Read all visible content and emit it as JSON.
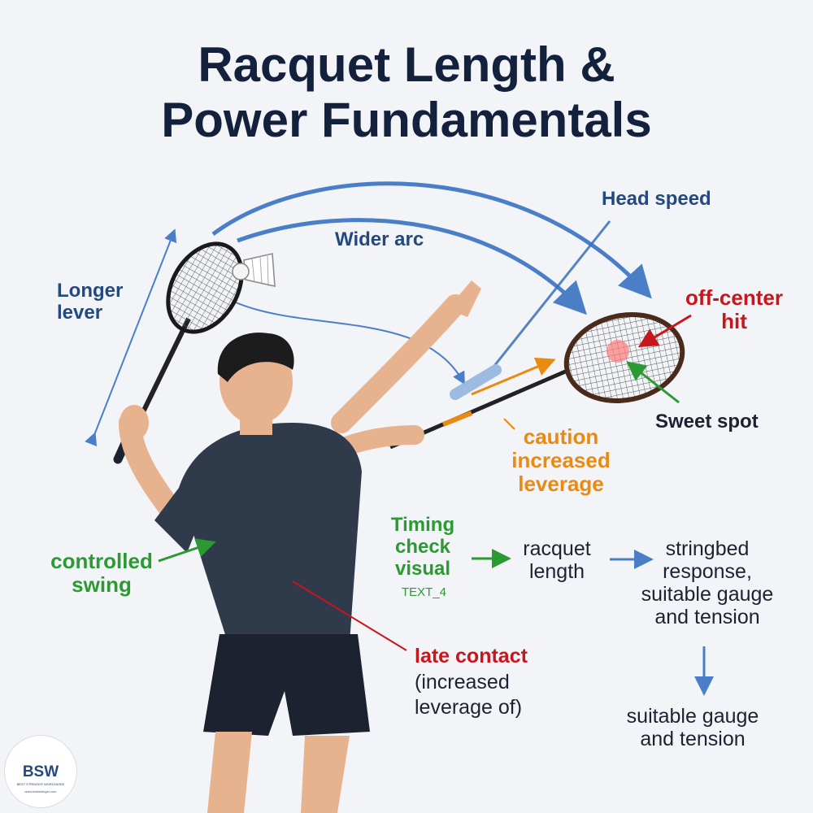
{
  "title": {
    "line1": "Racquet Length &",
    "line2": "Power Fundamentals"
  },
  "labels": {
    "head_speed": "Head speed",
    "wider_arc": "Wider arc",
    "longer_lever_1": "Longer",
    "longer_lever_2": "lever",
    "off_center_1": "off-center",
    "off_center_2": "hit",
    "sweet_spot": "Sweet spot",
    "caution_1": "caution",
    "caution_2": "increased",
    "caution_3": "leverage",
    "timing_1": "Timing",
    "timing_2": "check",
    "timing_3": "visual",
    "timing_placeholder": "TEXT_4",
    "racquet_length_1": "racquet",
    "racquet_length_2": "length",
    "stringbed_1": "stringbed",
    "stringbed_2": "response,",
    "stringbed_3": "suitable gauge",
    "stringbed_4": "and tension",
    "gauge_1": "suitable gauge",
    "gauge_2": "and tension",
    "controlled_1": "controlled",
    "controlled_2": "swing",
    "late_1": "late contact",
    "late_2": "(increased",
    "late_3": "leverage of)"
  },
  "logo": {
    "mark": "BSW",
    "tagline": "BEST STRINGER WORLDWIDE",
    "url": "www.beststringer.com"
  },
  "colors": {
    "title": "#14213d",
    "blue": "#4a7fc8",
    "red": "#c8161d",
    "green": "#2c9a32",
    "orange": "#e98a12",
    "shirt": "#2f3a4b",
    "skin": "#e7b38e"
  }
}
